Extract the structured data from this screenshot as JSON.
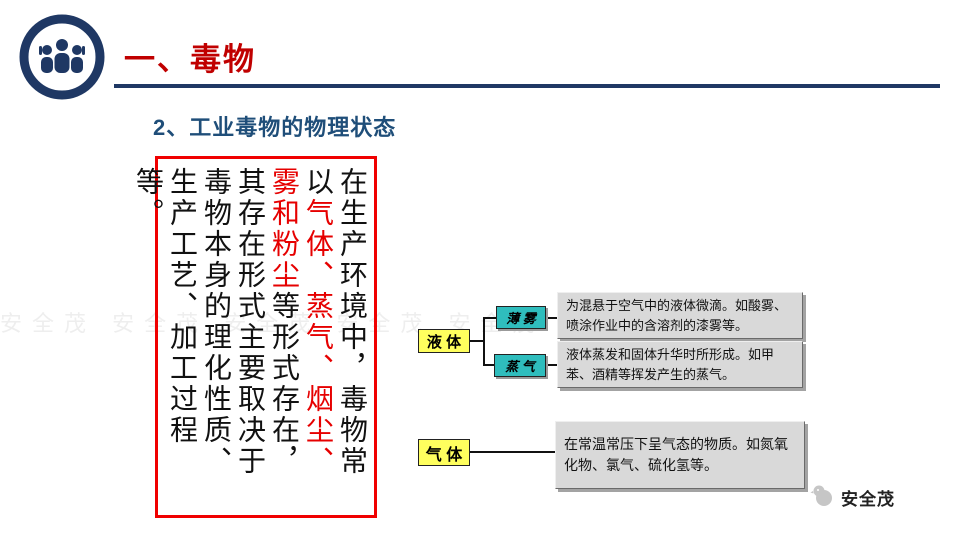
{
  "header": {
    "title": "一、毒物",
    "subtitle": "2、工业毒物的物理状态"
  },
  "paragraph": {
    "segments": [
      {
        "text": "在生产环境中，毒物常以",
        "color": "#111111"
      },
      {
        "text": "气体、蒸气、烟尘、雾和粉尘",
        "color": "#e60000"
      },
      {
        "text": "等形式存在，其存在形式主要取决于毒物本身的理化性质、生产工艺、加工过程等。",
        "color": "#111111"
      }
    ]
  },
  "diagram": {
    "liquid_label": "液 体",
    "mist_label": "薄 雾",
    "mist_desc": "为混悬于空气中的液体微滴。如酸雾、喷涂作业中的含溶剂的漆雾等。",
    "vapor_label": "蒸 气",
    "vapor_desc": "液体蒸发和固体升华时所形成。如甲苯、酒精等挥发产生的蒸气。",
    "gas_label": "气 体",
    "gas_desc": "在常温常压下呈气态的物质。如氮氧化物、氯气、硫化氢等。"
  },
  "footer": {
    "brand": "安全茂"
  },
  "watermark": "安全茂   安全茂   安全茂   安全茂   安全茂   安全茂",
  "colors": {
    "navy": "#1f3864",
    "title_red": "#c00000",
    "subtitle_blue": "#1f4e79",
    "box_border_red": "#f00000",
    "yellow_node": "#ffff5e",
    "teal_node": "#2fbdbd",
    "desc_bg": "#d9d9d9"
  }
}
